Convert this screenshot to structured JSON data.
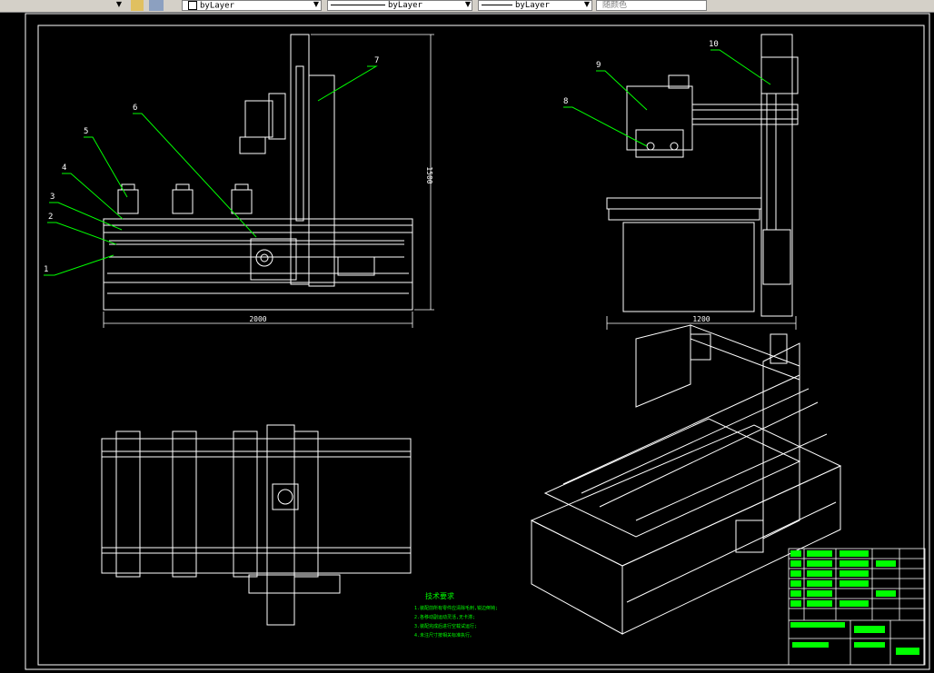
{
  "toolbar": {
    "layer_combo": "byLayer",
    "linetype_combo": "byLayer",
    "lineweight_combo": "byLayer",
    "color_combo": "随颜色"
  },
  "drawing": {
    "balloons": [
      "1",
      "2",
      "3",
      "4",
      "5",
      "6",
      "7",
      "8",
      "9",
      "10"
    ],
    "dimensions": {
      "front_width": "2000",
      "front_height": "1500",
      "side_width": "1200"
    },
    "notes_title": "技术要求",
    "notes": [
      "1.装配前所有零件应清除毛刺,锐边倒钝;",
      "2.各移动副运动灵活,无卡滞;",
      "3.装配完成后进行空载试运行;",
      "4.未注尺寸按相关标准执行。"
    ]
  },
  "colors": {
    "background": "#000000",
    "lines": "#ffffff",
    "leaders": "#00ff00",
    "title_block": "#00ff00"
  }
}
